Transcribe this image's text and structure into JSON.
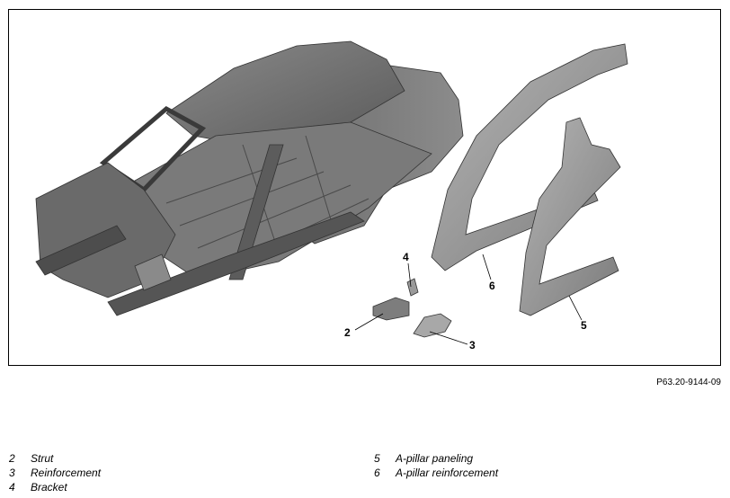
{
  "figure": {
    "ref_code": "P63.20-9144-09",
    "callouts": [
      "4",
      "2",
      "3",
      "6",
      "5"
    ]
  },
  "legend": {
    "left": [
      {
        "num": "2",
        "label": "Strut"
      },
      {
        "num": "3",
        "label": "Reinforcement"
      },
      {
        "num": "4",
        "label": "Bracket"
      }
    ],
    "right": [
      {
        "num": "5",
        "label": "A-pillar paneling"
      },
      {
        "num": "6",
        "label": "A-pillar reinforcement"
      }
    ]
  }
}
